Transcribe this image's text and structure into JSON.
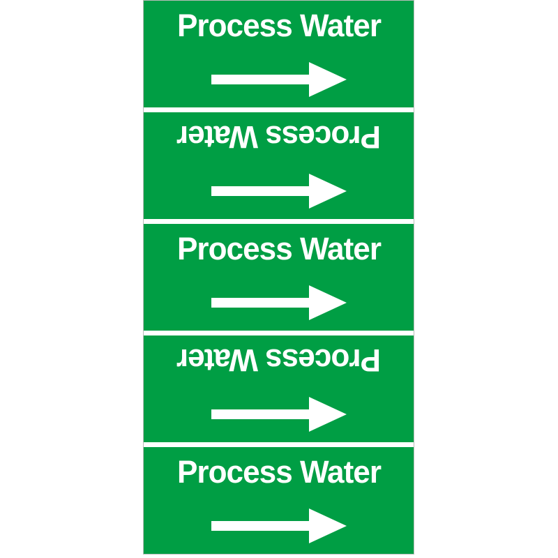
{
  "sheet": {
    "description": "pipe-marker-label-sheet",
    "band_count": 5
  },
  "bands": [
    {
      "label": "Process Water",
      "orientation": "upright",
      "arrow_direction": "right"
    },
    {
      "label": "Process Water",
      "orientation": "inverted",
      "arrow_direction": "right"
    },
    {
      "label": "Process Water",
      "orientation": "upright",
      "arrow_direction": "right"
    },
    {
      "label": "Process Water",
      "orientation": "inverted",
      "arrow_direction": "right"
    },
    {
      "label": "Process Water",
      "orientation": "upright",
      "arrow_direction": "right"
    }
  ],
  "colors": {
    "band_green": "#009e44",
    "label_text": "#ffffff",
    "arrow": "#ffffff",
    "separator": "#ffffff",
    "page_background": "#ffffff",
    "sheet_border": "#b9bcb9"
  }
}
